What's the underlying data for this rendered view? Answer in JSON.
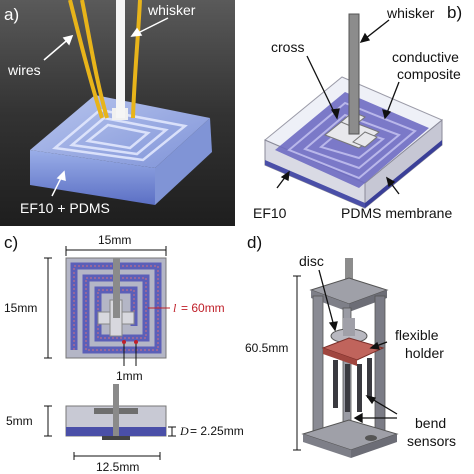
{
  "panel_a": {
    "letter": "a)",
    "labels": {
      "wires": "wires",
      "whisker": "whisker",
      "material": "EF10 + PDMS"
    }
  },
  "panel_b": {
    "letter": "b)",
    "labels": {
      "whisker": "whisker",
      "cross": "cross",
      "composite_line1": "conductive",
      "composite_line2": "composite",
      "ef10": "EF10",
      "membrane": "PDMS membrane"
    }
  },
  "panel_c": {
    "letter": "c)",
    "top_width": "15mm",
    "left_height": "15mm",
    "length_eq": "= 60mm",
    "length_var": "l",
    "gap": "1mm",
    "side_height": "5mm",
    "thickness_var": "D",
    "thickness_eq": "= 2.25mm",
    "bottom_width": "12.5mm"
  },
  "panel_d": {
    "letter": "d)",
    "labels": {
      "disc": "disc",
      "height": "60.5mm",
      "holder_line1": "flexible",
      "holder_line2": "holder",
      "sensors_line1": "bend",
      "sensors_line2": "sensors"
    }
  },
  "colors": {
    "accent_red": "#c0202a",
    "membrane_blue": "#4a4fa8",
    "composite_purple": "#7a78c8"
  }
}
